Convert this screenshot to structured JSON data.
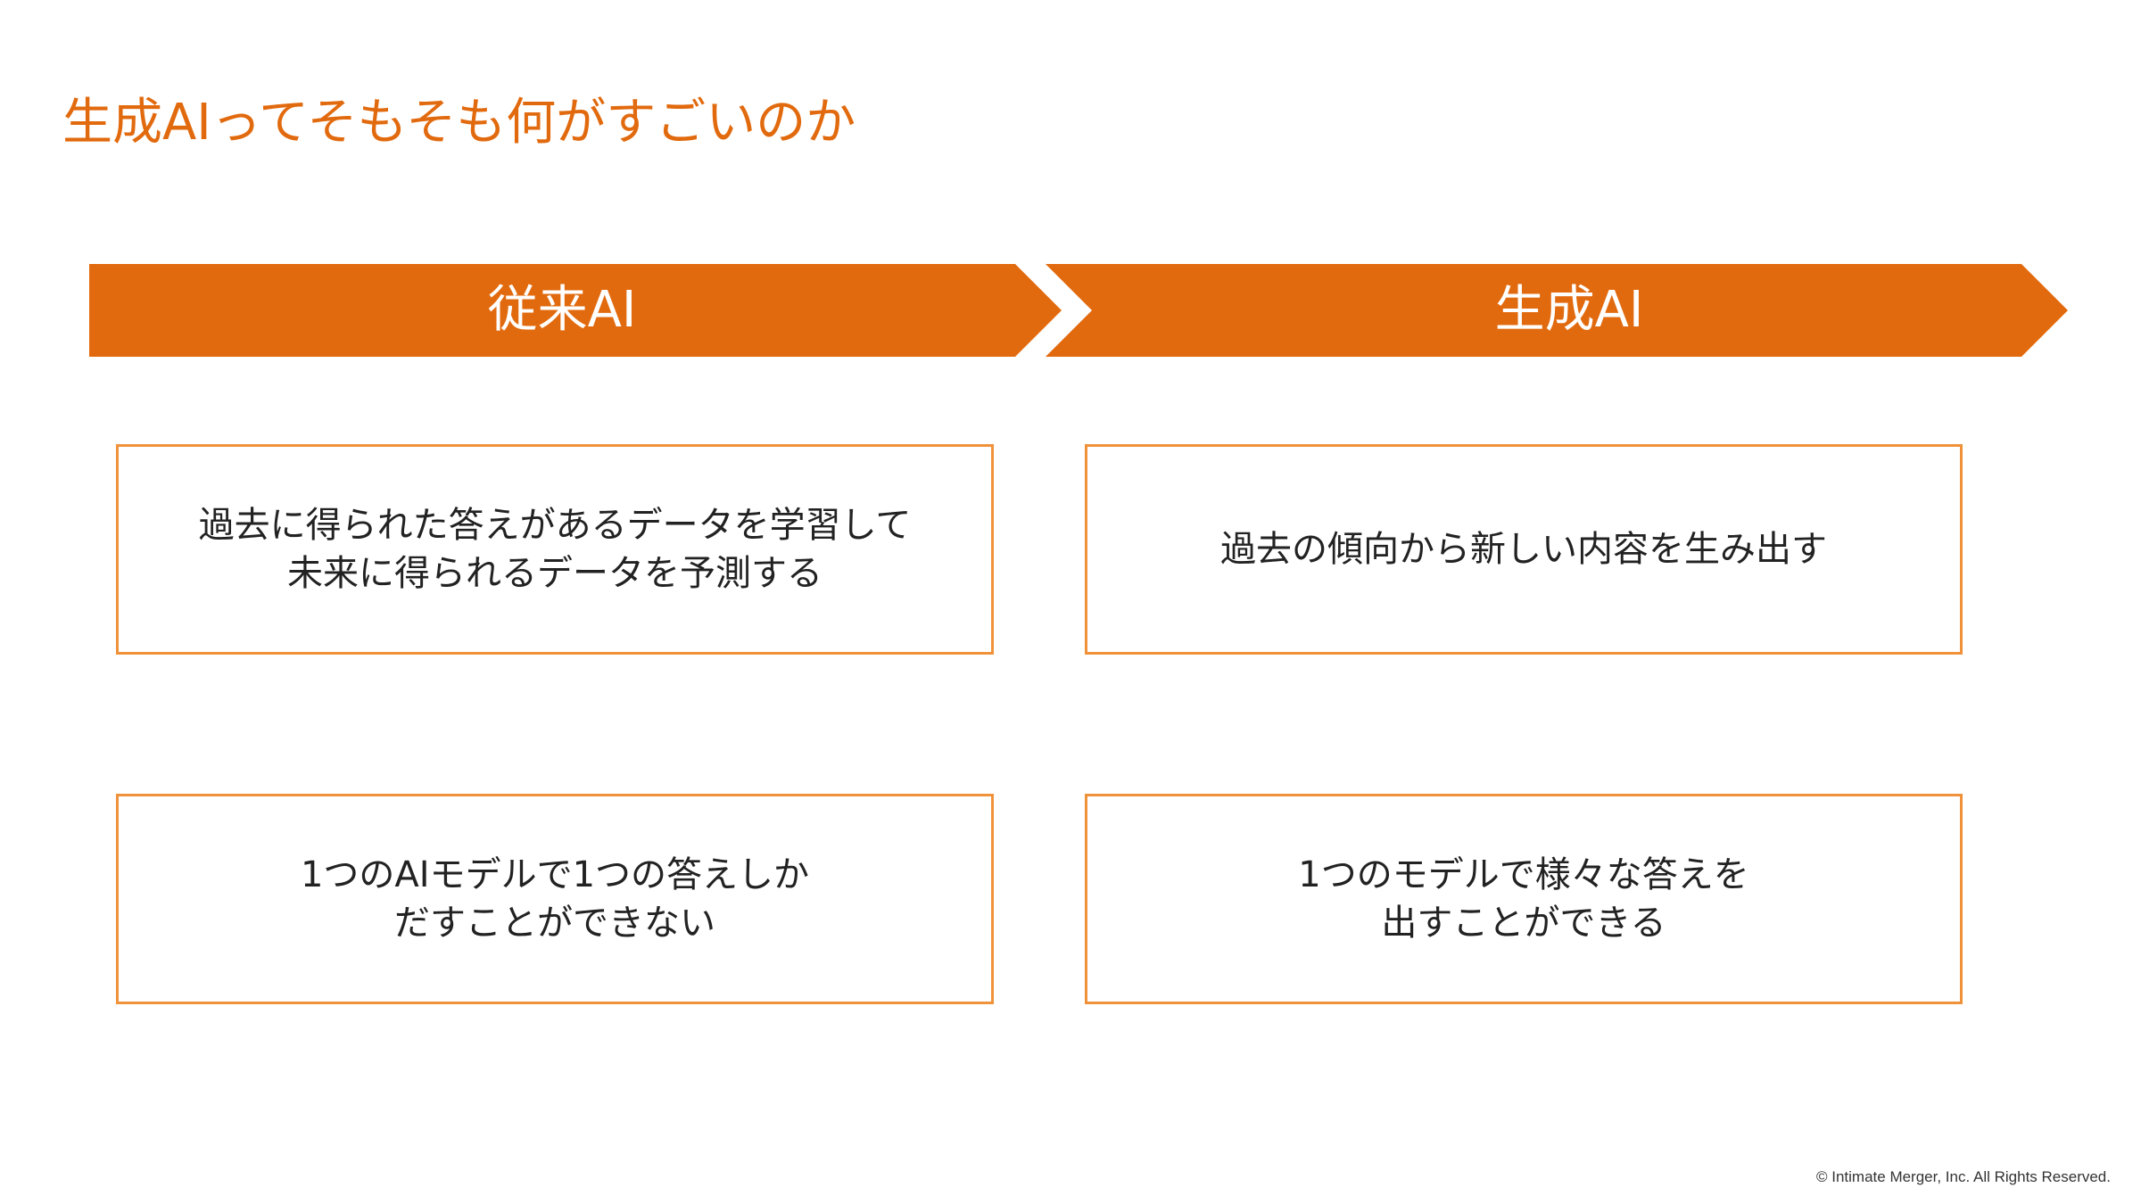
{
  "title": "生成AIってそもそも何がすごいのか",
  "colors": {
    "accent": "#E26A0E",
    "card_border": "#F0923A",
    "text": "#222222",
    "background": "#FFFFFF"
  },
  "columns": [
    {
      "header": "従来AI",
      "cards": [
        [
          "過去に得られた答えがあるデータを学習して",
          "未来に得られるデータを予測する"
        ],
        [
          "1つのAIモデルで1つの答えしか",
          "だすことができない"
        ]
      ]
    },
    {
      "header": "生成AI",
      "cards": [
        [
          "過去の傾向から新しい内容を生み出す"
        ],
        [
          "1つのモデルで様々な答えを",
          "出すことができる"
        ]
      ]
    }
  ],
  "footer": {
    "copyright": "© Intimate Merger, Inc. All Rights Reserved."
  }
}
